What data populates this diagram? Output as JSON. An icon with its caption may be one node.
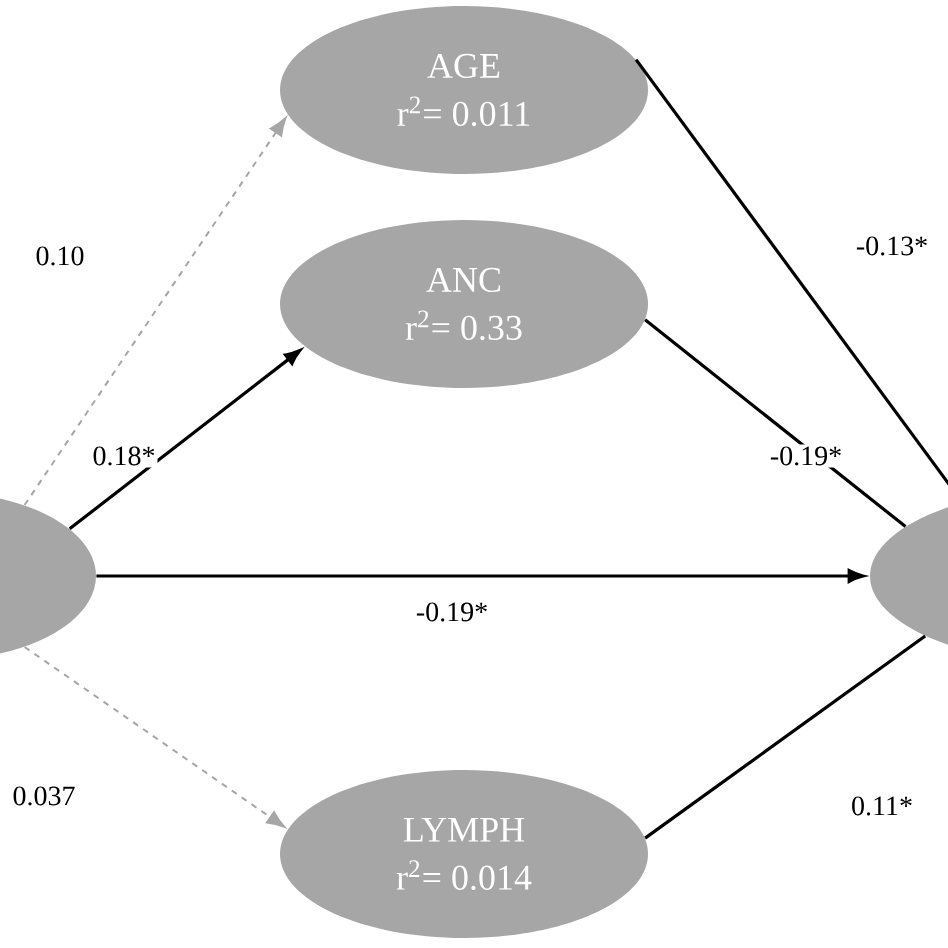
{
  "diagram": {
    "nodes": [
      {
        "text": [],
        "shape": "ellipse"
      },
      {
        "text": [
          "AGE",
          "r$^{2}$= 0.011"
        ]
      },
      {
        "text": [
          "ANC",
          "r$^{2}$= 0.33"
        ]
      },
      {
        "text": [
          "LYMPH",
          "r$^{2}$= 0.014"
        ]
      },
      {
        "text": [],
        "shape": "ellipse"
      }
    ],
    "edges": [
      {
        "from": 0,
        "to": 1,
        "arrow": "to",
        "label": "0.10",
        "style": "dashed",
        "color": "#a6a6a6"
      },
      {
        "from": 0,
        "to": 2,
        "arrow": "to",
        "label": "0.18*"
      },
      {
        "from": 0,
        "to": 4,
        "arrow": "to",
        "label": "-0.19*"
      },
      {
        "from": 0,
        "to": 3,
        "arrow": "to",
        "label": "0.037",
        "style": "dashed",
        "color": "#a6a6a6"
      },
      {
        "from": 1,
        "to": 4,
        "arrow": "none",
        "label": "-0.13*"
      },
      {
        "from": 2,
        "to": 4,
        "arrow": "none",
        "label": "-0.19*"
      },
      {
        "from": 3,
        "to": 4,
        "arrow": "none",
        "label": "0.11*"
      }
    ]
  }
}
